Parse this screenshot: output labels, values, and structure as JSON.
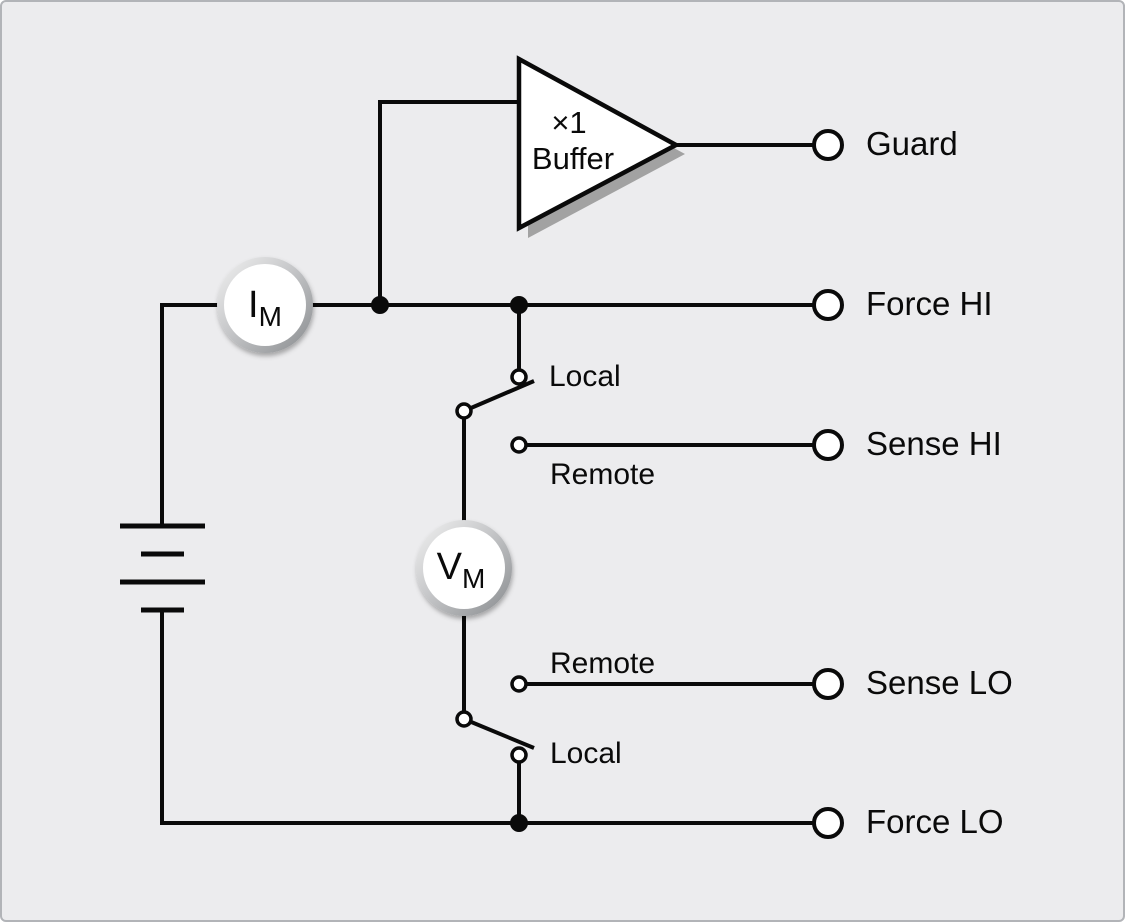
{
  "canvas": {
    "background_color": "#ececee",
    "border_color": "#b2b4b8",
    "line_color": "#0a0a0a",
    "shadow_color": "#a2a2a2",
    "meter_ring_light": "#f2f2f2",
    "meter_ring_dark": "#888b8e"
  },
  "buffer": {
    "gain": "×1",
    "label": "Buffer"
  },
  "meters": {
    "current": {
      "letter": "I",
      "subscript": "M"
    },
    "voltage": {
      "letter": "V",
      "subscript": "M"
    }
  },
  "switches": {
    "sense_hi": {
      "local_label": "Local",
      "remote_label": "Remote"
    },
    "sense_lo": {
      "local_label": "Local",
      "remote_label": "Remote"
    }
  },
  "terminals": {
    "guard": "Guard",
    "force_hi": "Force HI",
    "sense_hi": "Sense HI",
    "sense_lo": "Sense LO",
    "force_lo": "Force LO"
  }
}
